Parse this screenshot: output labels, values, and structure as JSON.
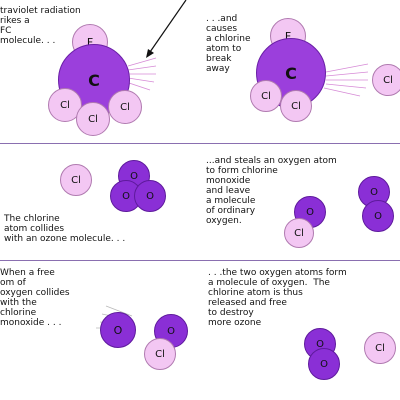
{
  "captions": {
    "p1_left": "traviolet radiation\nrikes a\nFC\nmolecule. . .",
    "p1_right": ". . .and\ncauses\na chlorine\natom to\nbreak\naway",
    "p2_left": "The chlorine\natom collides\nwith an ozone molecule. . .",
    "p2_right": "...and steals an oxygen atom\nto form chlorine\nmonoxide\nand leave\na molecule\nof ordinary\noxygen.",
    "p3_left": "When a free\nom of\noxygen collides\nwith the\nchlorine\nmonoxide . . .",
    "p3_right": ". . .the two oxygen atoms form\na molecule of oxygen.  The\nchlorine atom is thus\nreleased and free\nto destroy\nmore ozone"
  },
  "labels": {
    "C": "C",
    "F": "F",
    "Cl": "Cl",
    "O": "O"
  },
  "colors": {
    "chlorine": "#f3c7f3",
    "fluorine": "#f3c7f3",
    "carbon": "#9b3fdc",
    "oxygen": "#8a2fd6",
    "divider": "#8a6fb0"
  }
}
